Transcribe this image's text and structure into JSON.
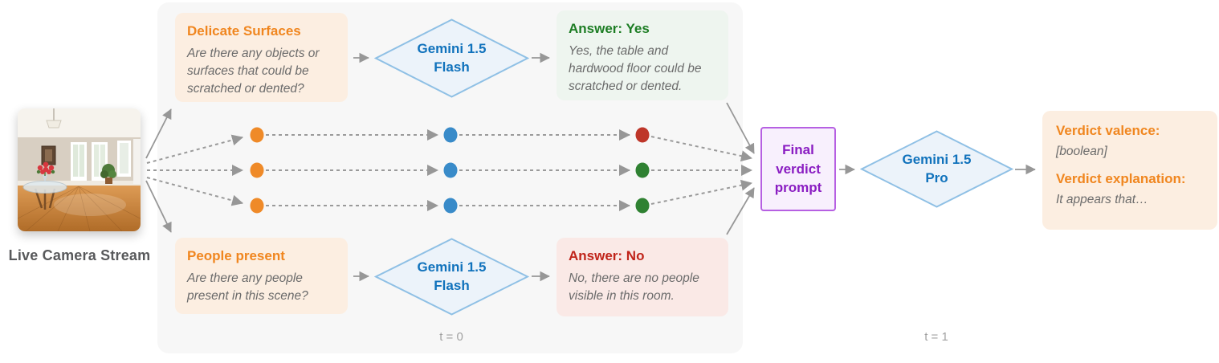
{
  "colors": {
    "dot_orange": "#ef8a28",
    "dot_blue": "#398bc9",
    "dot_red": "#be3629",
    "dot_green": "#2f8132",
    "arrow_gray": "#979797",
    "accent_orange": "#f0861f",
    "accent_green": "#1d7d24",
    "accent_red": "#c0241a",
    "accent_purple": "#8a1dc2",
    "accent_blue": "#1072bc",
    "diamond_fill": "#ecf3fa",
    "diamond_stroke": "#8fc0e5",
    "panel_gray": "#f7f7f7"
  },
  "camera": {
    "label": "Live Camera Stream"
  },
  "t0": {
    "time_label": "t = 0",
    "prompt_top": {
      "title": "Delicate Surfaces",
      "question": "Are there any objects or surfaces that could be scratched or dented?"
    },
    "prompt_bottom": {
      "title": "People present",
      "question": "Are there any people present in this scene?"
    },
    "model_top": {
      "name": "Gemini 1.5",
      "variant": "Flash"
    },
    "model_bottom": {
      "name": "Gemini 1.5",
      "variant": "Flash"
    },
    "answer_top": {
      "title": "Answer: Yes",
      "text": "Yes, the table and hardwood floor could be scratched or dented."
    },
    "answer_bottom": {
      "title": "Answer: No",
      "text": "No, there are no people visible in this room."
    }
  },
  "t1": {
    "time_label": "t = 1",
    "final_prompt_label": "Final verdict prompt",
    "model": {
      "name": "Gemini 1.5",
      "variant": "Pro"
    },
    "output": {
      "valence_title": "Verdict valence:",
      "valence_value": "[boolean]",
      "explanation_title": "Verdict explanation:",
      "explanation_value": "It appears that…"
    }
  }
}
